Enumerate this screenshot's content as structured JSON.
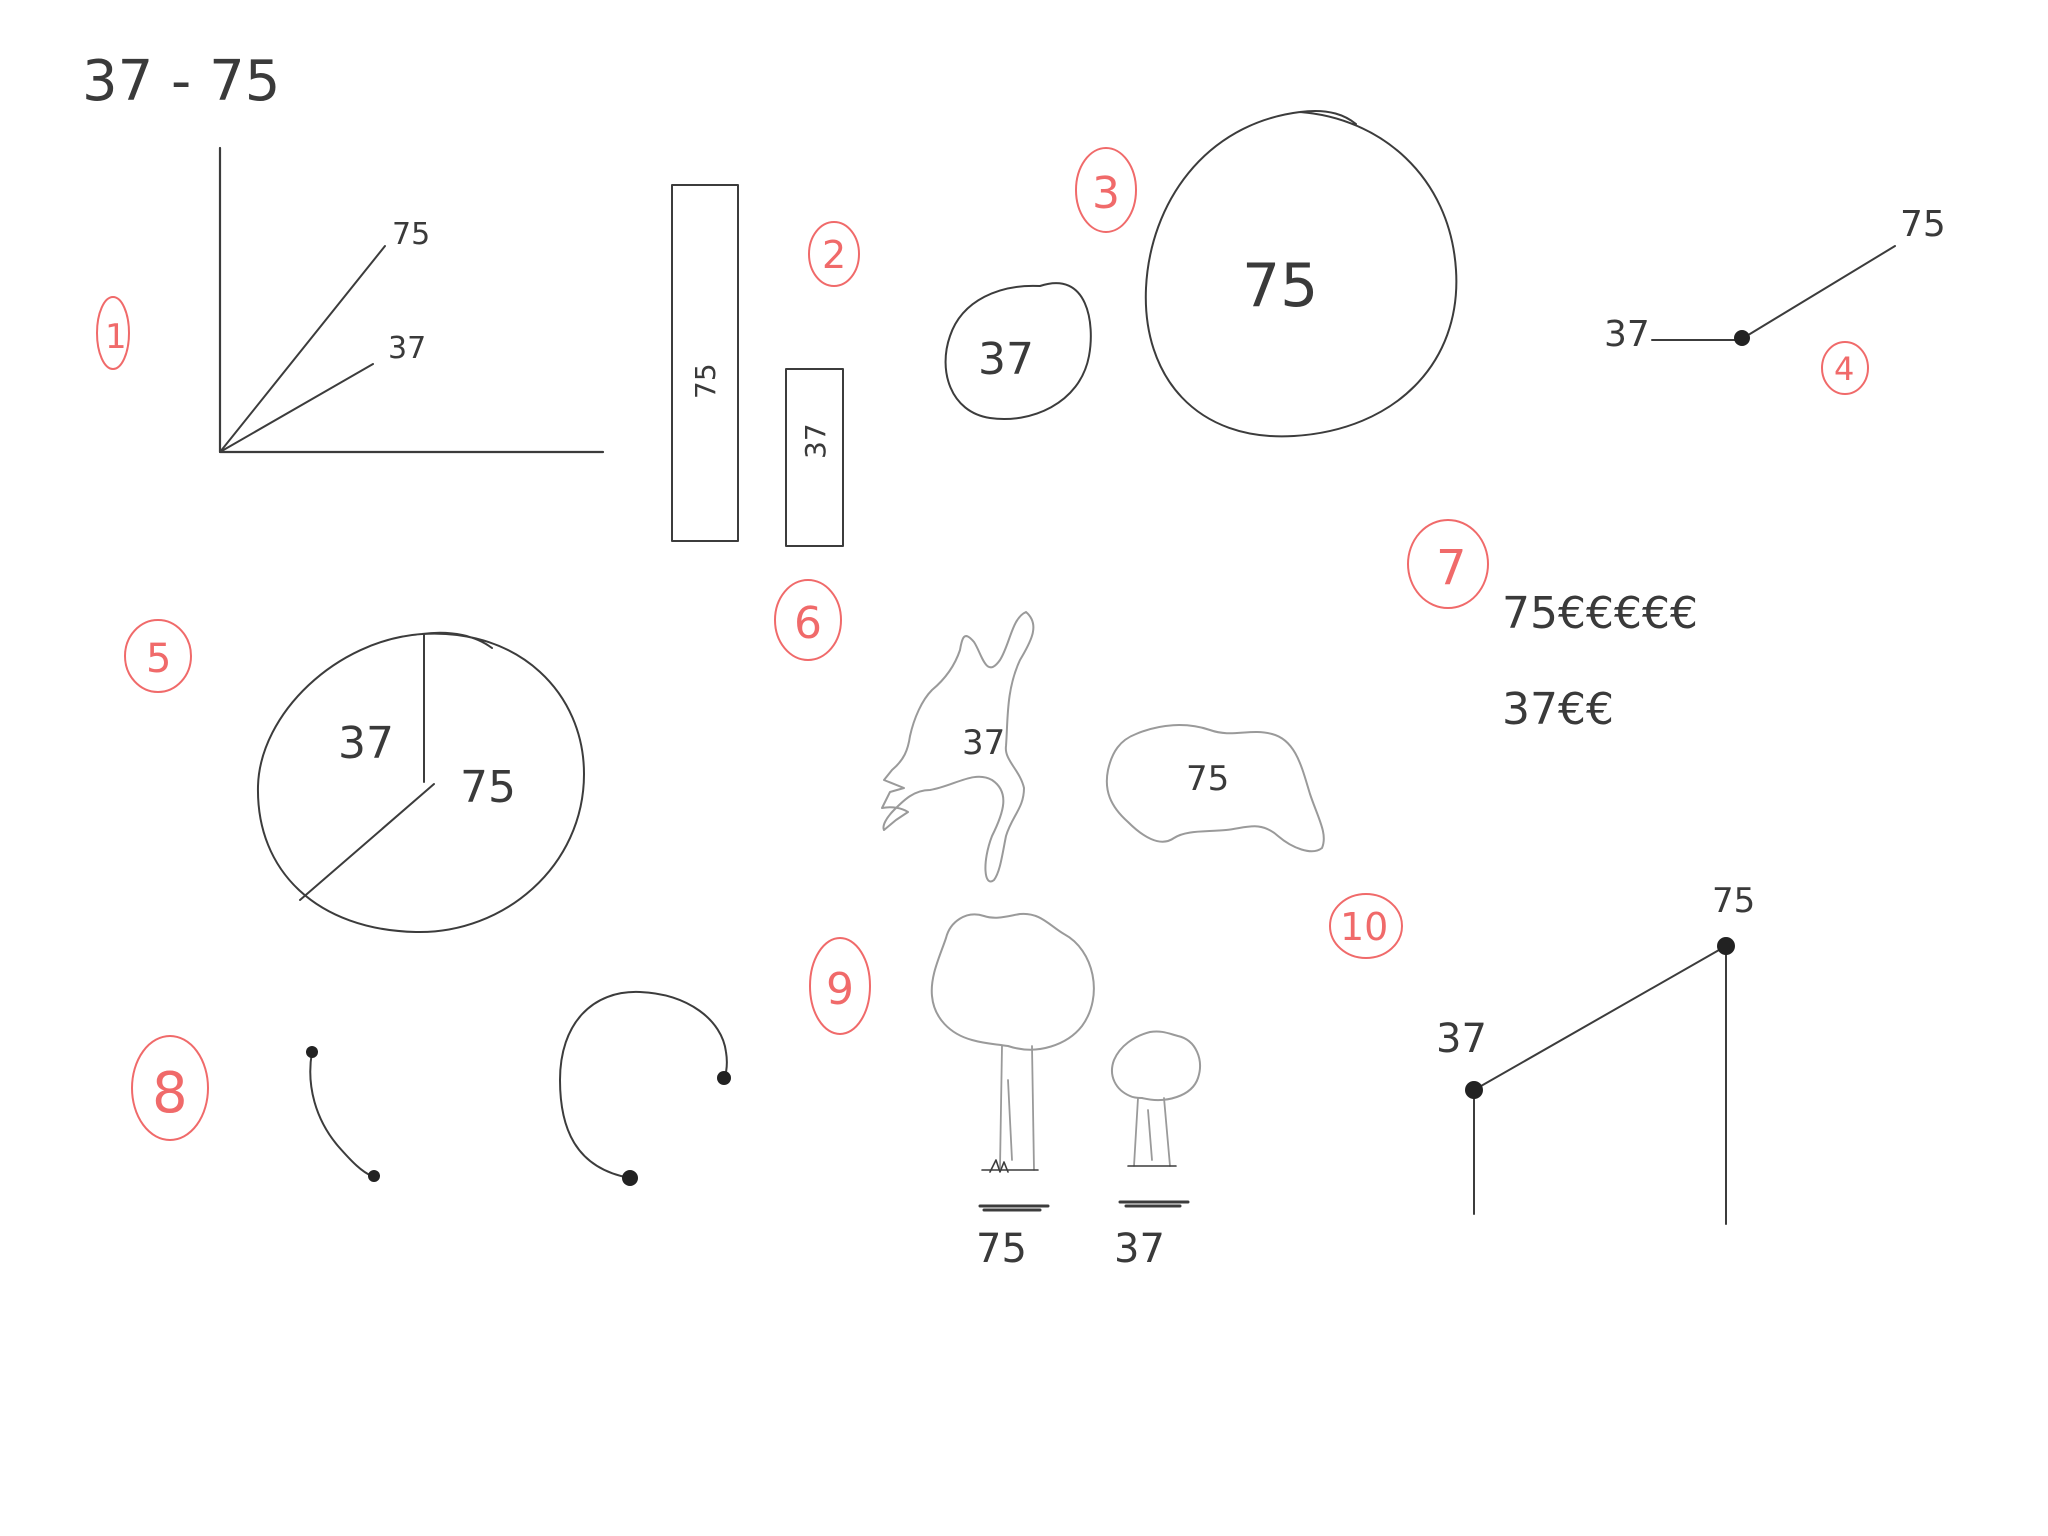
{
  "title": "37 - 75",
  "values": {
    "small": "37",
    "large": "75"
  },
  "sketches": [
    {
      "number": "1",
      "small_label": "37",
      "large_label": "75"
    },
    {
      "number": "2",
      "small_label": "37",
      "large_label": "75"
    },
    {
      "number": "3",
      "small_label": "37",
      "large_label": "75"
    },
    {
      "number": "4",
      "small_label": "37",
      "large_label": "75"
    },
    {
      "number": "5",
      "small_label": "37",
      "large_label": "75"
    },
    {
      "number": "6",
      "small_label": "37",
      "large_label": "75"
    },
    {
      "number": "7",
      "large_row": "75€€€€€",
      "small_row": "37€€"
    },
    {
      "number": "8"
    },
    {
      "number": "9",
      "small_label": "37",
      "large_label": "75"
    },
    {
      "number": "10",
      "small_label": "37",
      "large_label": "75"
    }
  ]
}
